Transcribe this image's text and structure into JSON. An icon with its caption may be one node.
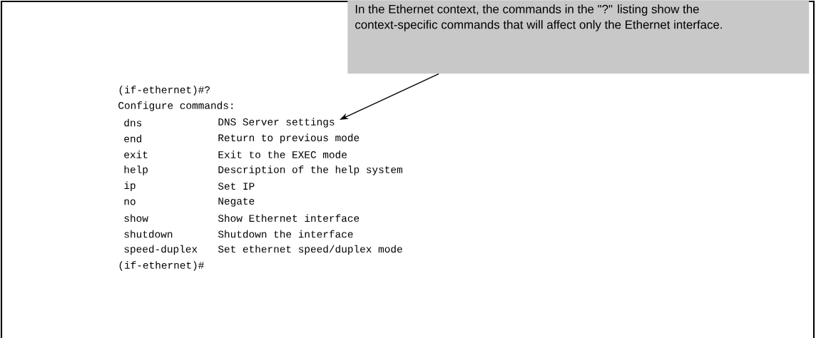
{
  "diagram": {
    "nodes": [
      {
        "text": [
          "In the Ethernet context, the commands in the \"?\" listing show the context-specific commands that will affect only the Ethernet interface."
        ]
      },
      {
        "text": [
          "DNS Server settings"
        ]
      }
    ],
    "edges": [
      {
        "from": 0,
        "to": 1,
        "arrow": "to"
      }
    ],
    "labels": [
      "(if-ethernet)#?",
      "Configure commands:",
      "dns",
      "end",
      "Return to previous mode",
      "exit",
      "Exit to the EXEC mode",
      "help",
      "Description of the help system",
      "ip",
      "Set IP",
      "no",
      "Negate",
      "show",
      "Show Ethernet interface",
      "shutdown",
      "Shutdown the interface",
      "speed-duplex",
      "Set ethernet speed/duplex mode",
      "(if-ethernet)#"
    ]
  }
}
